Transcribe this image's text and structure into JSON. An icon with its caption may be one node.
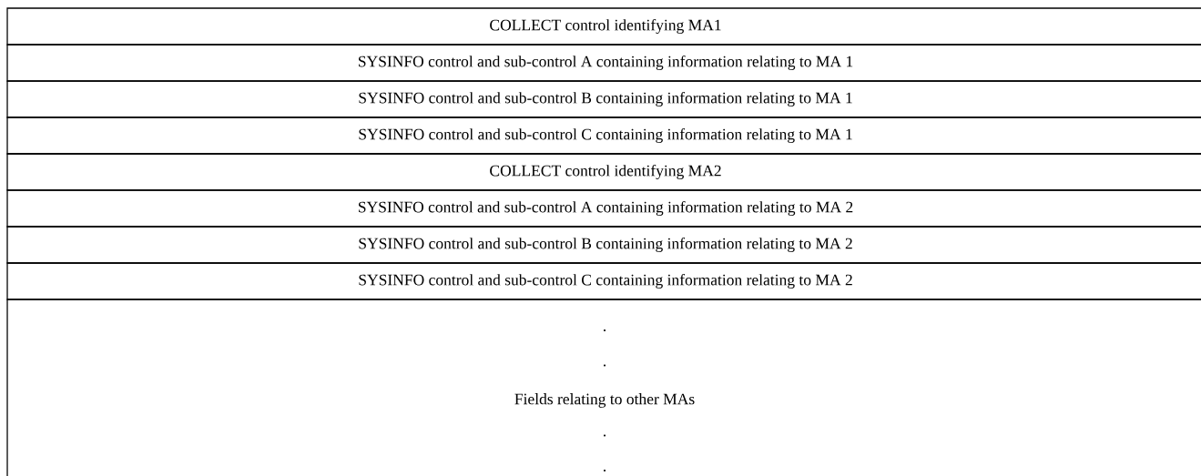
{
  "diagram": {
    "nodes": [
      {
        "text": [
          "COLLECT control identifying MA1"
        ]
      },
      {
        "text": [
          "SYSINFO control and sub-control A containing information relating to MA 1"
        ]
      },
      {
        "text": [
          "SYSINFO control and sub-control B containing information relating to MA 1"
        ]
      },
      {
        "text": [
          "SYSINFO control and sub-control C containing information relating to MA 1"
        ]
      },
      {
        "text": [
          "COLLECT control identifying MA2"
        ]
      },
      {
        "text": [
          "SYSINFO control and sub-control A containing information relating to MA 2"
        ]
      },
      {
        "text": [
          "SYSINFO control and sub-control B containing information relating to MA 2"
        ]
      },
      {
        "text": [
          "SYSINFO control and sub-control C containing information relating to MA 2"
        ]
      },
      {
        "text": [
          ".",
          ".",
          "Fields relating to other MAs",
          ".",
          "."
        ]
      }
    ]
  }
}
